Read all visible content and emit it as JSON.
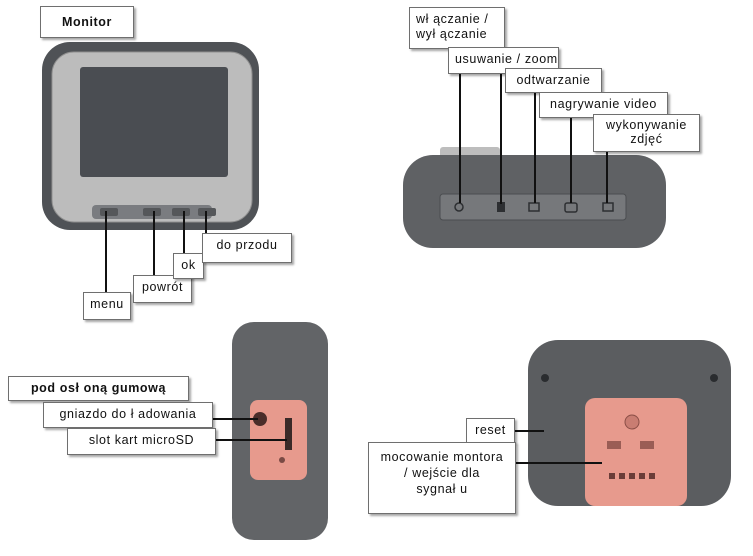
{
  "labels": {
    "monitor": "Monitor",
    "menu": "menu",
    "back": "powrót",
    "ok": "ok",
    "forward": "do przodu",
    "power_line1": "wł ączanie /",
    "power_line2": "wył ączanie",
    "delete_zoom": "usuwanie / zoom",
    "playback": "odtwarzanie",
    "video_recording": "nagrywanie video",
    "photo_line1": "wykonywanie",
    "photo_line2": "zdjęć",
    "rubber_cover": "pod osł oną gumową",
    "charging_socket": "gniazdo do ł adowania",
    "microsd_slot": "slot kart microSD",
    "reset": "reset",
    "mount_line1": "mocowanie montora",
    "mount_line2": "/ wejście dla",
    "mount_line3": "sygnał u"
  },
  "colors": {
    "device_body": "#5a5c5f",
    "device_grey": "#b8b8b8",
    "screen": "#4a4d52",
    "rubber_cover": "#e79a8d",
    "line": "#111111"
  }
}
